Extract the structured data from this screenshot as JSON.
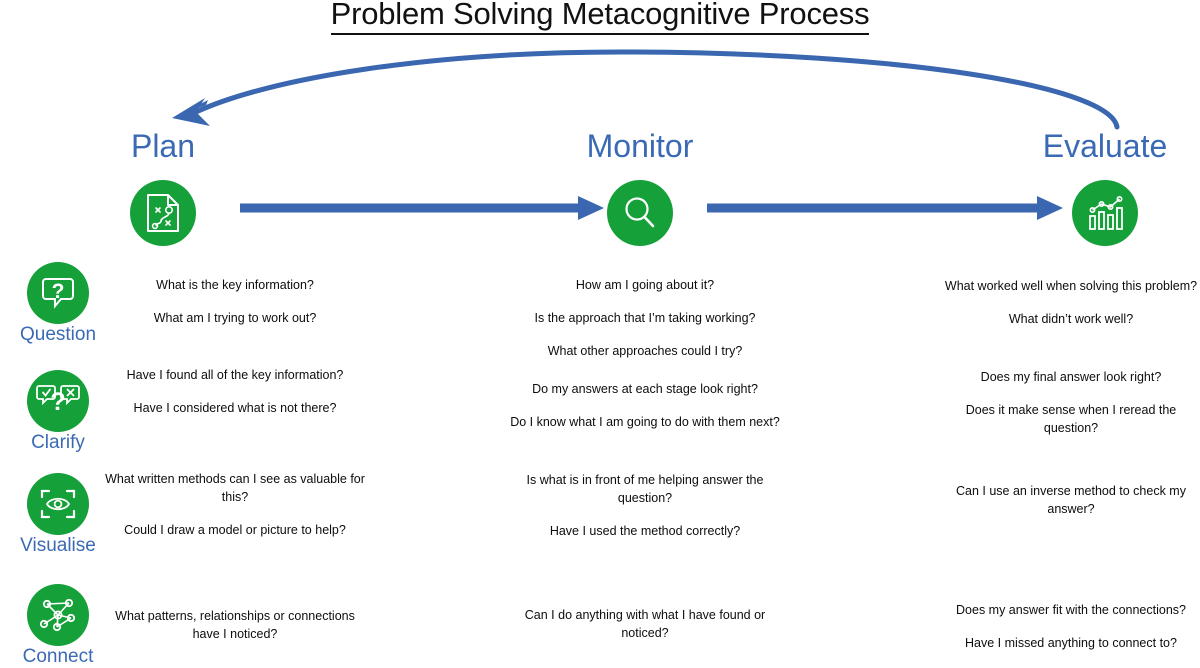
{
  "title": "Problem Solving Metacognitive Process",
  "colors": {
    "accent_blue": "#3b6ab5",
    "arrow_blue": "#3a67b0",
    "circle_green": "#15a03a",
    "text_black": "#0d0d0d",
    "background": "#ffffff"
  },
  "phases": [
    {
      "id": "plan",
      "label": "Plan",
      "icon": "strategy-document-icon"
    },
    {
      "id": "monitor",
      "label": "Monitor",
      "icon": "magnifying-glass-icon"
    },
    {
      "id": "evaluate",
      "label": "Evaluate",
      "icon": "bar-chart-trend-icon"
    }
  ],
  "strategies": [
    {
      "id": "question",
      "label": "Question",
      "icon": "question-speech-bubble-icon"
    },
    {
      "id": "clarify",
      "label": "Clarify",
      "icon": "clarify-check-cross-question-icon"
    },
    {
      "id": "visualise",
      "label": "Visualise",
      "icon": "eye-viewfinder-icon"
    },
    {
      "id": "connect",
      "label": "Connect",
      "icon": "network-nodes-icon"
    }
  ],
  "arrows": [
    {
      "id": "plan-to-monitor",
      "direction": "right",
      "type": "straight"
    },
    {
      "id": "monitor-to-evaluate",
      "direction": "right",
      "type": "straight"
    },
    {
      "id": "evaluate-to-plan",
      "direction": "left",
      "type": "curved-feedback"
    }
  ],
  "cells": {
    "plan": {
      "question": [
        "What is the key information?",
        "What am I trying to work out?"
      ],
      "clarify": [
        "Have I found all of the key information?",
        "Have I considered what is not there?"
      ],
      "visualise": [
        "What written methods can I see as valuable for this?",
        "Could I draw a model or picture to help?"
      ],
      "connect": [
        "What patterns, relationships or connections have I noticed?"
      ]
    },
    "monitor": {
      "question": [
        "How am I going about it?",
        "Is the approach that I’m taking working?",
        "What other approaches could I try?"
      ],
      "clarify": [
        "Do my answers at each stage look right?",
        "Do I know what I am going to do with them next?"
      ],
      "visualise": [
        "Is what is in front of me helping answer the question?",
        "Have I used the method correctly?"
      ],
      "connect": [
        "Can I do anything with what I have found or noticed?"
      ]
    },
    "evaluate": {
      "question": [
        "What worked well when solving this problem?",
        "What didn’t work well?"
      ],
      "clarify": [
        "Does my final answer look right?",
        "Does it make sense when I reread the question?"
      ],
      "visualise": [
        "Can I use an inverse method to check my answer?"
      ],
      "connect": [
        "Does my answer fit with the connections?",
        "Have I missed anything to connect to?"
      ]
    }
  }
}
